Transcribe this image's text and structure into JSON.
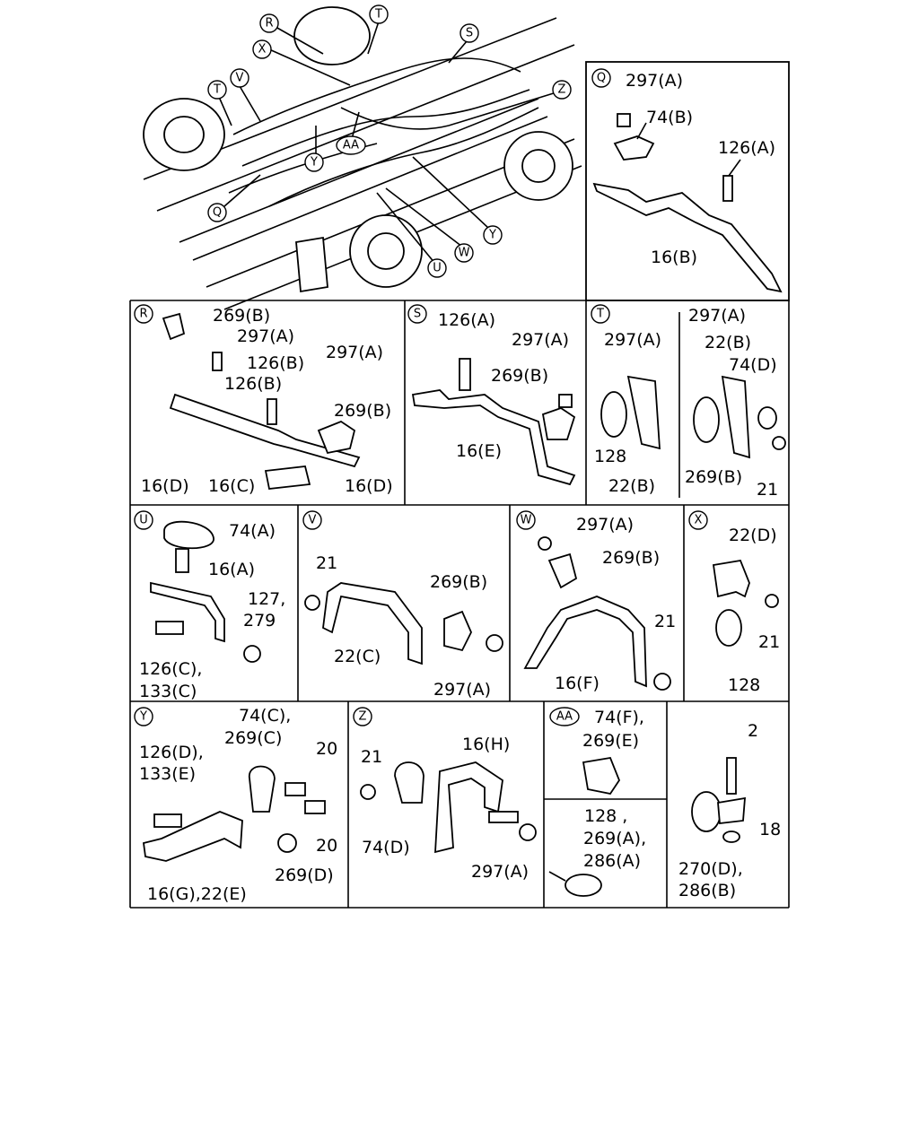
{
  "callouts": {
    "top": [
      "R",
      "T",
      "S",
      "X",
      "V",
      "T",
      "Z",
      "Y",
      "AA",
      "Q",
      "W",
      "Y",
      "U"
    ],
    "Q": "Q",
    "R": "R",
    "S": "S",
    "T": "T",
    "U": "U",
    "V": "V",
    "W": "W",
    "X": "X",
    "Y": "Y",
    "Z": "Z",
    "AA": "AA"
  },
  "Q": {
    "a": "297(A)",
    "b": "74(B)",
    "c": "126(A)",
    "d": "16(B)"
  },
  "R": {
    "a": "269(B)",
    "b": "297(A)",
    "c": "126(B)",
    "d": "126(B)",
    "e": "297(A)",
    "f": "269(B)",
    "g": "16(D)",
    "h": "16(C)",
    "i": "16(D)"
  },
  "S": {
    "a": "126(A)",
    "b": "297(A)",
    "c": "269(B)",
    "d": "16(E)"
  },
  "T": {
    "a": "297(A)",
    "b": "297(A)",
    "c": "22(B)",
    "d": "74(D)",
    "e": "128",
    "f": "22(B)",
    "g": "269(B)",
    "h": "21"
  },
  "U": {
    "a": "74(A)",
    "b": "16(A)",
    "c": "127,",
    "d": "279",
    "e": "126(C),",
    "f": "133(C)"
  },
  "V": {
    "a": "21",
    "b": "269(B)",
    "c": "22(C)",
    "d": "297(A)"
  },
  "W": {
    "a": "297(A)",
    "b": "269(B)",
    "c": "21",
    "d": "16(F)"
  },
  "X": {
    "a": "22(D)",
    "b": "21",
    "c": "128"
  },
  "Y": {
    "a": "74(C),",
    "b": "269(C)",
    "c": "126(D),",
    "d": "133(E)",
    "e": "20",
    "f": "20",
    "g": "269(D)",
    "h": "16(G),22(E)"
  },
  "Z": {
    "a": "16(H)",
    "b": "21",
    "c": "74(D)",
    "d": "297(A)"
  },
  "AA": {
    "a": "74(F),",
    "b": "269(E)"
  },
  "AB": {
    "a": "128 ,",
    "b": "269(A),",
    "c": "286(A)"
  },
  "AC": {
    "a": "2",
    "b": "18",
    "c": "270(D),",
    "d": "286(B)"
  }
}
